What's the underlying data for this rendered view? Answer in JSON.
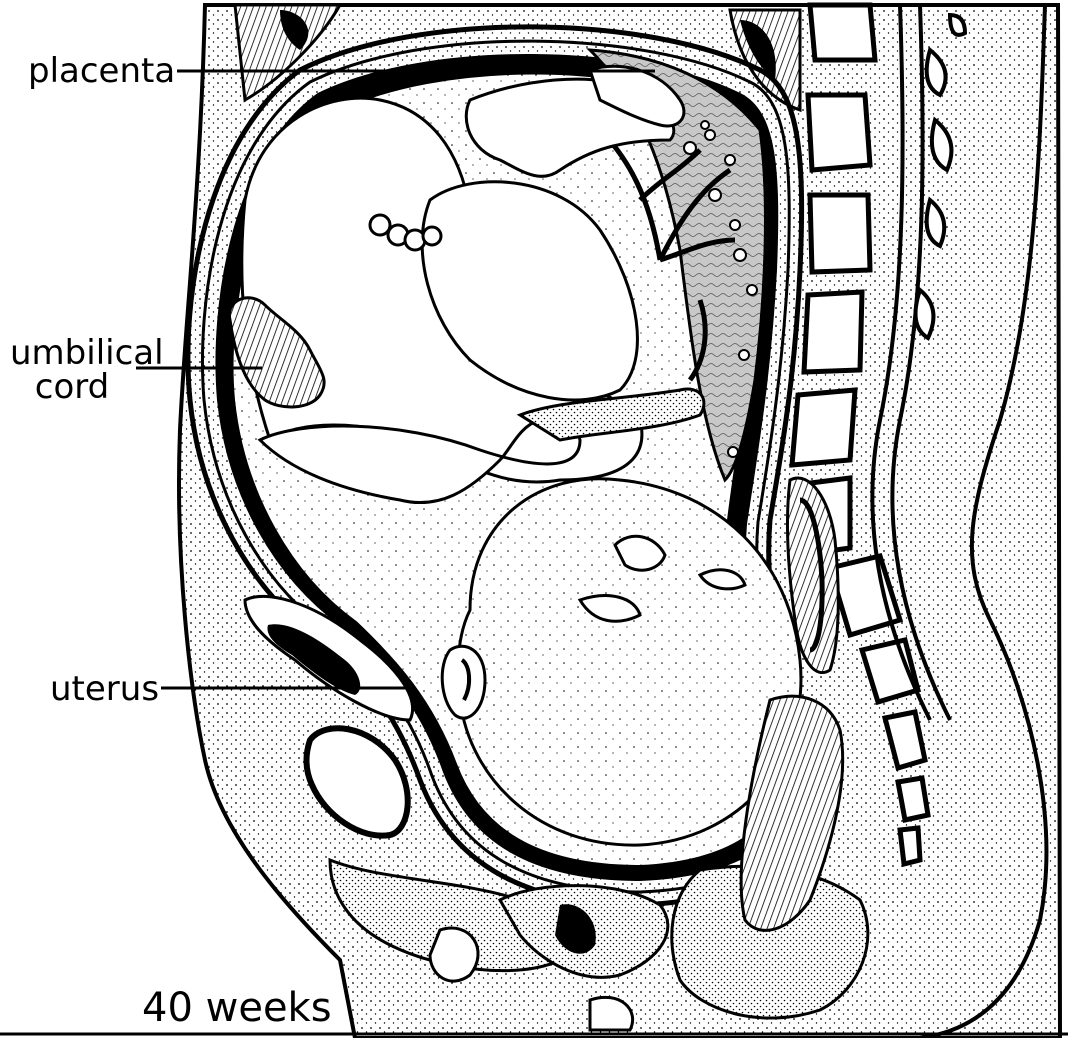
{
  "labels": {
    "placenta": "placenta",
    "umbilical_cord_line1": "umbilical",
    "umbilical_cord_line2": "cord",
    "uterus": "uterus",
    "caption": "40 weeks"
  },
  "colors": {
    "ink": "#000000",
    "paper": "#ffffff"
  }
}
